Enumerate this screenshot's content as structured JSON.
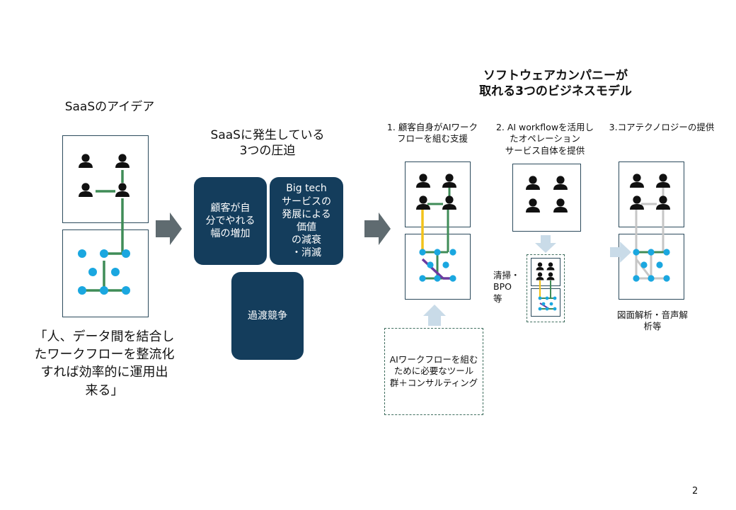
{
  "left": {
    "title": "SaaSのアイデア",
    "quote_lines": [
      "「人、データ間を結合し",
      "たワークフローを整流化",
      "すれば効率的に運用出",
      "来る」"
    ]
  },
  "middle": {
    "title_lines": [
      "SaaSに発生している",
      "3つの圧迫"
    ],
    "box1_lines": [
      "顧客が自",
      "分でやれる",
      "幅の増加"
    ],
    "box2_lines": [
      "Big tech",
      "サービスの",
      "発展による",
      "価値",
      "の減衰",
      "・消滅"
    ],
    "box3": "過渡競争"
  },
  "right": {
    "title_lines": [
      "ソフトウェアカンパニーが",
      "取れる3つのビジネスモデル"
    ],
    "model1_lines": [
      "1. 顧客自身がAIワーク",
      "フローを組む支援"
    ],
    "model2_lines": [
      "2. AI workflowを活用し",
      "たオペレーション",
      "サービス自体を提供"
    ],
    "model3": "3.コアテクノロジーの提供",
    "tools_lines": [
      "AIワークフローを組む",
      "ために必要なツール",
      "群＋コンサルティング"
    ],
    "bpo_lines": [
      "清掃・",
      "BPO",
      "等"
    ],
    "analysis_lines": [
      "図面解析・音声解",
      "析等"
    ]
  },
  "page_number": "2",
  "colors": {
    "navy": "#143d5c",
    "dot_blue": "#1aa7e0",
    "green_line": "#3f8c57",
    "yellow_line": "#f2c21b",
    "purple_line": "#6b3aa0",
    "gray_arrow": "#5f6b70",
    "light_arrow": "#c9dbe8"
  }
}
